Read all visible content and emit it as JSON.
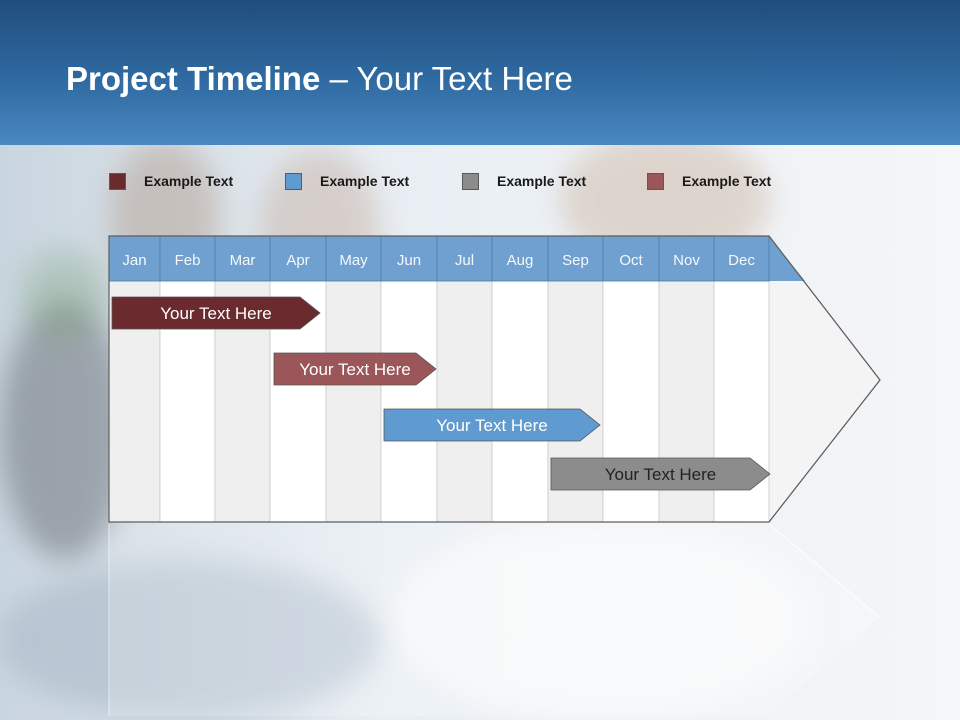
{
  "title": {
    "bold": "Project Timeline",
    "rest": " – Your Text Here"
  },
  "legend": [
    {
      "label": "Example Text",
      "color": "#6b2a2e"
    },
    {
      "label": "Example Text",
      "color": "#5f9bd0"
    },
    {
      "label": "Example Text",
      "color": "#8c8c8c"
    },
    {
      "label": "Example Text",
      "color": "#9a5658"
    }
  ],
  "months": [
    "Jan",
    "Feb",
    "Mar",
    "Apr",
    "May",
    "Jun",
    "Jul",
    "Aug",
    "Sep",
    "Oct",
    "Nov",
    "Dec"
  ],
  "tasks": [
    {
      "label": "Your  Text Here",
      "color": "#6b2a2e",
      "text_color": "#ffffff"
    },
    {
      "label": "Your  Text Here",
      "color": "#9a5658",
      "text_color": "#ffffff"
    },
    {
      "label": "Your  Text Here",
      "color": "#5f9bd0",
      "text_color": "#ffffff"
    },
    {
      "label": "Your  Text Here",
      "color": "#8c8c8c",
      "text_color": "#222222"
    }
  ],
  "colors": {
    "header_top": "#1f4e7b",
    "header_bottom": "#4a88c2",
    "month_header": "#6fa0d0",
    "column_shade": "#f1f1f1"
  }
}
